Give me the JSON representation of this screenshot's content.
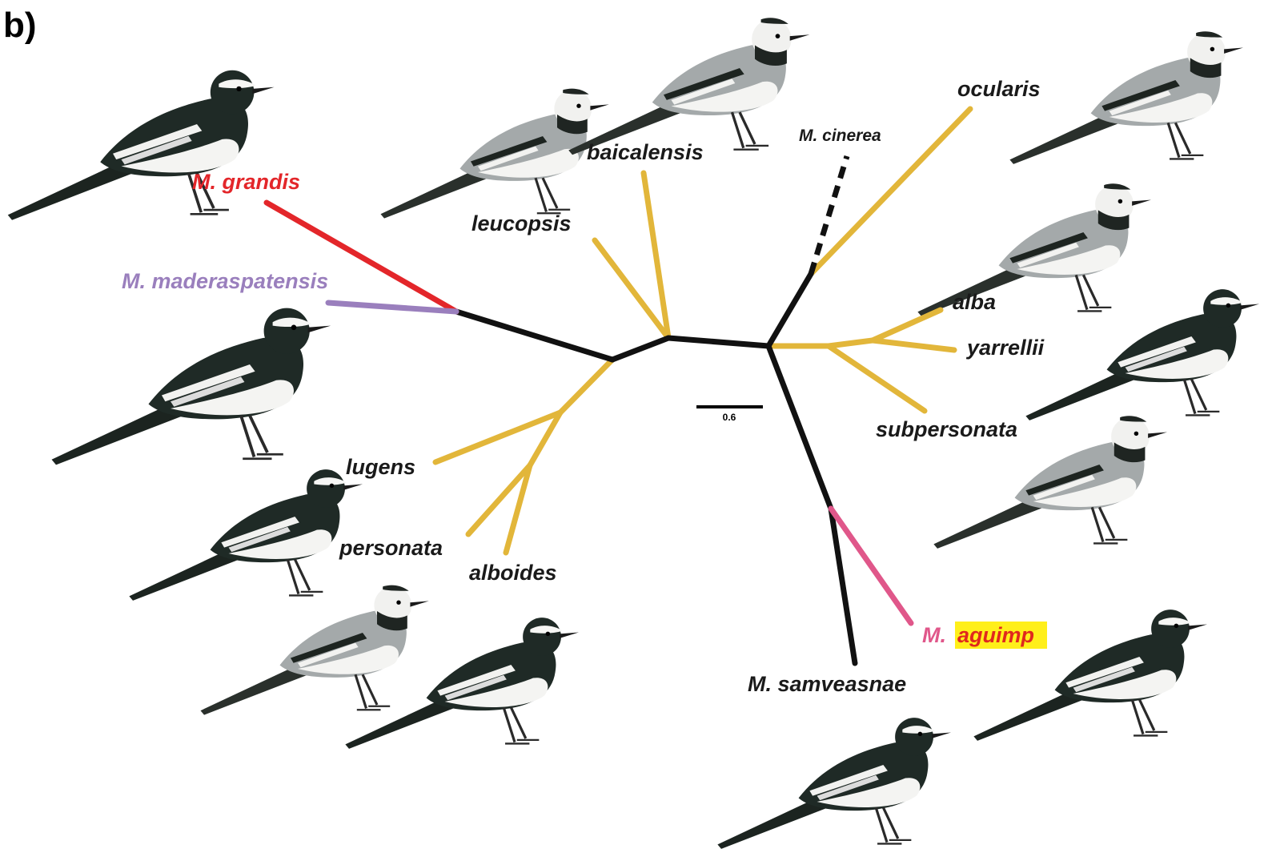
{
  "figure": {
    "panel_label": "b)",
    "scale_label": "0.6",
    "colors": {
      "backbone": "#111111",
      "alba_group": "#e2b63a",
      "grandis": "#e3262a",
      "maderaspatensis": "#9a7fbd",
      "aguimp_branch": "#e0578a",
      "aguimp_highlight": "#ffef1a",
      "aguimp_text": "#e0281e"
    },
    "labels": {
      "grandis": "M. grandis",
      "maderaspatensis": "M. maderaspatensis",
      "baicalensis": "baicalensis",
      "leucopsis": "leucopsis",
      "cinerea": "M. cinerea",
      "ocularis": "ocularis",
      "alba": "alba",
      "yarrellii": "yarrellii",
      "subpersonata": "subpersonata",
      "lugens": "lugens",
      "personata": "personata",
      "alboides": "alboides",
      "aguimp_prefix": "M.",
      "aguimp_name": "aguimp",
      "samveasnae": "M. samveasnae"
    },
    "illustrations": [
      "wagtail-grandis",
      "wagtail-leucopsis",
      "wagtail-baicalensis",
      "wagtail-ocularis",
      "wagtail-alba",
      "wagtail-yarrellii",
      "wagtail-subpersonata",
      "wagtail-maderaspatensis",
      "wagtail-lugens",
      "wagtail-personata",
      "wagtail-alboides",
      "wagtail-aguimp",
      "wagtail-samveasnae"
    ]
  }
}
